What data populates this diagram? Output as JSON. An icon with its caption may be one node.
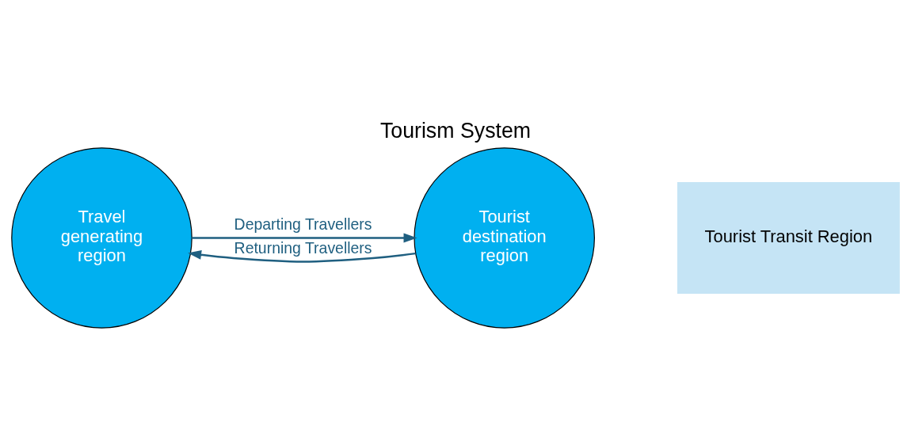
{
  "diagram": {
    "title": "Tourism System",
    "nodes": [
      {
        "text": [
          "Travel generating region"
        ]
      },
      {
        "text": [
          "Tourist Transit Region"
        ]
      },
      {
        "text": [
          "Tourist destination region"
        ]
      }
    ],
    "edges": [
      {
        "from": 0,
        "to": 2,
        "arrow": "to",
        "label": "Departing Travellers"
      },
      {
        "from": 2,
        "to": 0,
        "arrow": "to",
        "label": "Returning Travellers"
      }
    ]
  }
}
